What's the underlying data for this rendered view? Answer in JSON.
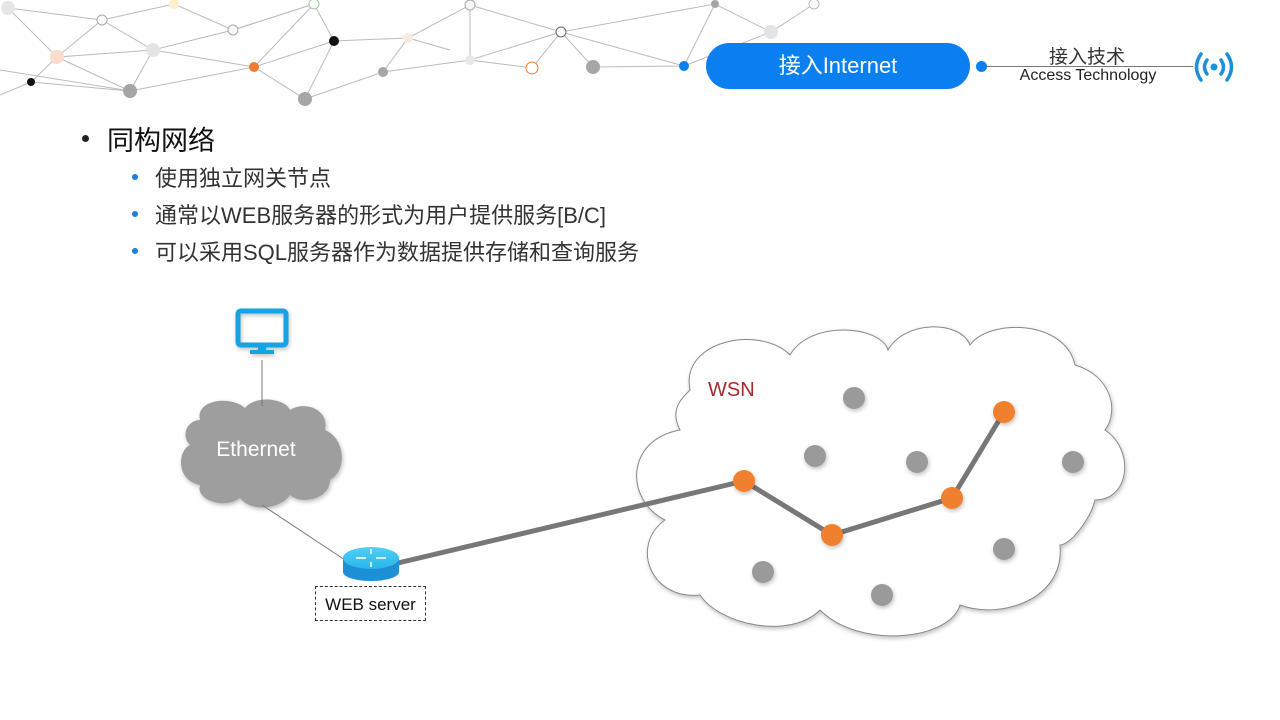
{
  "header": {
    "pill_label": "接入Internet",
    "section_cn": "接入技术",
    "section_en": "Access Technology",
    "section_icon": "wireless-signal-icon",
    "accent_color": "#0a7ff0"
  },
  "content": {
    "heading": "同构网络",
    "items": [
      "使用独立网关节点",
      "通常以WEB服务器的形式为用户提供服务[B/C]",
      "可以采用SQL服务器作为数据提供存储和查询服务"
    ]
  },
  "diagram": {
    "computer_icon": "monitor-icon",
    "ethernet_label": "Ethernet",
    "router_icon": "router-icon",
    "web_server_label": "WEB server",
    "wsn_label": "WSN",
    "path_node_color": "#f07f2e",
    "idle_node_color": "#9a9a9a",
    "wsn_label_color": "#a52a2a"
  }
}
